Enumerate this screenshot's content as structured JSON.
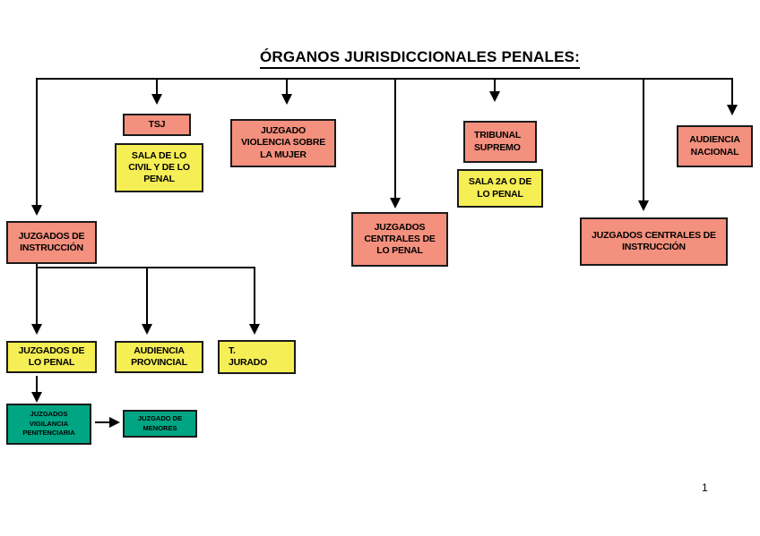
{
  "title": "ÓRGANOS JURISDICCIONALES PENALES:",
  "page_number": "1",
  "colors": {
    "salmon": "#F4907E",
    "yellow": "#F6EE55",
    "green": "#00A583",
    "line": "#000000"
  },
  "diagram": {
    "type": "org-chart",
    "nodes": {
      "tsj": {
        "label": "TSJ",
        "color": "salmon"
      },
      "sala_civil_penal": {
        "label": "SALA DE LO\nCIVIL Y DE LO\nPENAL",
        "color": "yellow"
      },
      "juzgado_violencia": {
        "label": "JUZGADO\nVIOLENCIA SOBRE\nLA MUJER",
        "color": "salmon"
      },
      "tribunal_supremo": {
        "label": "TRIBUNAL\nSUPREMO",
        "color": "salmon"
      },
      "sala_2a": {
        "label": "SALA 2A O DE\nLO PENAL",
        "color": "yellow"
      },
      "audiencia_nacional": {
        "label": "AUDIENCIA\nNACIONAL",
        "color": "salmon"
      },
      "juzgados_instruccion": {
        "label": "JUZGADOS DE\nINSTRUCCIÓN",
        "color": "salmon"
      },
      "juzgados_centrales_penal": {
        "label": "JUZGADOS\nCENTRALES DE\nLO PENAL",
        "color": "salmon"
      },
      "juzgados_centrales_instruccion": {
        "label": "JUZGADOS CENTRALES DE\nINSTRUCCIÓN",
        "color": "salmon"
      },
      "juzgados_penal": {
        "label": "JUZGADOS DE\nLO PENAL",
        "color": "yellow"
      },
      "audiencia_provincial": {
        "label": "AUDIENCIA\nPROVINCIAL",
        "color": "yellow"
      },
      "t_jurado": {
        "label": "T.\nJURADO",
        "color": "yellow"
      },
      "juzgados_vigilancia": {
        "label": "JUZGADOS\nVIGILANCIA\nPENITENCIARIA",
        "color": "green"
      },
      "juzgado_menores": {
        "label": "JUZGADO DE\nMENORES",
        "color": "green"
      }
    },
    "edges": [
      {
        "from": "root",
        "to": "juzgados_instruccion"
      },
      {
        "from": "root",
        "to": "tsj"
      },
      {
        "from": "root",
        "to": "juzgado_violencia"
      },
      {
        "from": "root",
        "to": "juzgados_centrales_penal"
      },
      {
        "from": "root",
        "to": "tribunal_supremo"
      },
      {
        "from": "root",
        "to": "juzgados_centrales_instruccion"
      },
      {
        "from": "root",
        "to": "audiencia_nacional"
      },
      {
        "from": "tsj",
        "to": "sala_civil_penal"
      },
      {
        "from": "tribunal_supremo",
        "to": "sala_2a"
      },
      {
        "from": "juzgados_instruccion",
        "to": "juzgados_penal"
      },
      {
        "from": "juzgados_instruccion",
        "to": "audiencia_provincial"
      },
      {
        "from": "juzgados_instruccion",
        "to": "t_jurado"
      },
      {
        "from": "juzgados_penal",
        "to": "juzgados_vigilancia"
      },
      {
        "from": "juzgados_vigilancia",
        "to": "juzgado_menores"
      }
    ]
  }
}
